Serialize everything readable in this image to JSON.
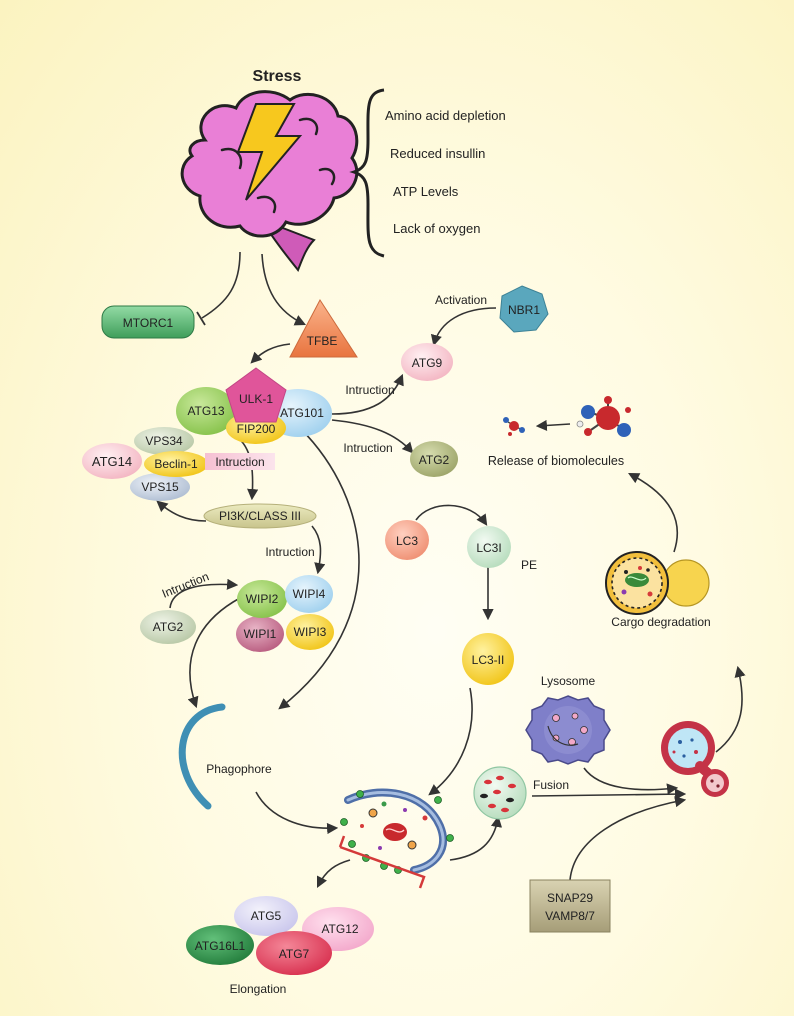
{
  "title": "Stress",
  "stress_factors": [
    "Amino acid depletion",
    "Reduced insullin",
    "ATP Levels",
    "Lack of oxygen"
  ],
  "nodes": {
    "mtorc1": "MTORC1",
    "tfbe": "TFBE",
    "ulk1": "ULK-1",
    "atg13": "ATG13",
    "atg101": "ATG101",
    "fip200": "FIP200",
    "vps34": "VPS34",
    "atg14": "ATG14",
    "beclin1": "Beclin-1",
    "vps15": "VPS15",
    "pi3k": "PI3K/CLASS III",
    "nbr1": "NBR1",
    "atg9": "ATG9",
    "atg2_top": "ATG2",
    "lc3": "LC3",
    "lc3i": "LC3I",
    "lc3ii": "LC3-II",
    "atg2_left": "ATG2",
    "wipi2": "WIPI2",
    "wipi4": "WIPI4",
    "wipi1": "WIPI1",
    "wipi3": "WIPI3",
    "atg5": "ATG5",
    "atg12": "ATG12",
    "atg16l1": "ATG16L1",
    "atg7": "ATG7",
    "snap29": "SNAP29",
    "vamp": "VAMP8/7"
  },
  "labels": {
    "activation": "Activation",
    "intruction_atg9": "Intruction",
    "intruction_atg2": "Intruction",
    "intruction_beclin": "Intruction",
    "intruction_wipi4": "Intruction",
    "intruction_wipi2": "Intruction",
    "pe": "PE",
    "release": "Release of biomolecules",
    "cargo": "Cargo degradation",
    "lysosome": "Lysosome",
    "fusion": "Fusion",
    "phagophore": "Phagophore",
    "elongation": "Elongation"
  },
  "colors": {
    "background": "#fdf7c9",
    "brain": "#e97fd6",
    "lightning": "#f7c81e",
    "mtorc1": "#5fbf7a",
    "tfbe": "#f08c5a",
    "ulk1": "#e0559a",
    "lc3ii": "#f2c318",
    "atg7": "#e0415c",
    "atg16l1": "#2f9a4c",
    "lysosome": "#7f7fc9",
    "cargo_ring": "#f2bf3c",
    "snap_box": "#b7ae8a",
    "bracket": "#d43a3a"
  }
}
